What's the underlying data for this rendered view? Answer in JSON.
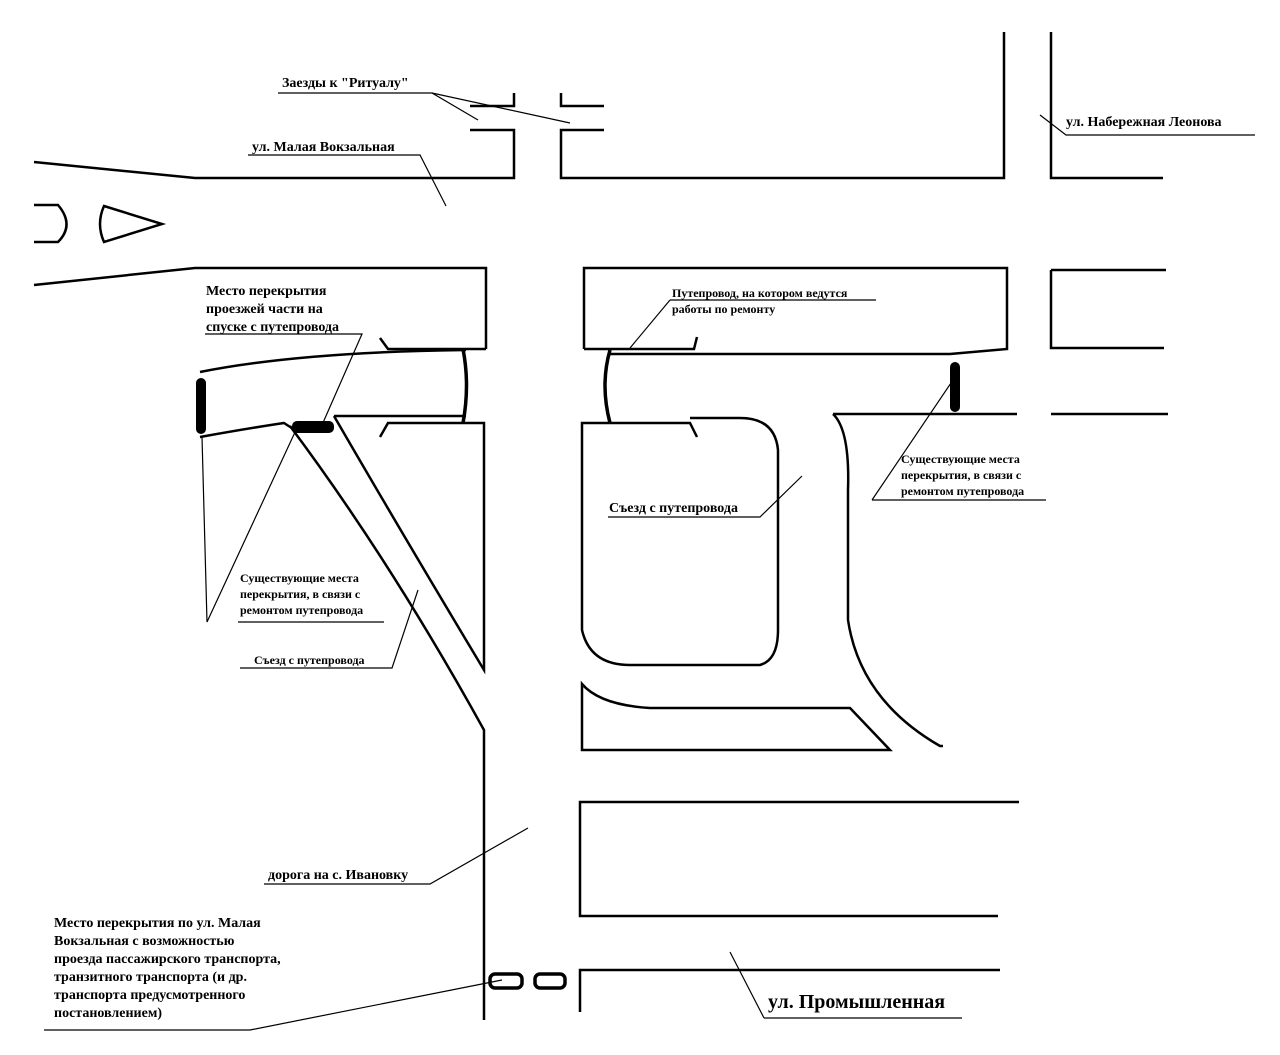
{
  "labels": {
    "ritual": "Заезды к \"Ритуалу\"",
    "malaya_vokzalnaya": "ул. Малая Вокзальная",
    "naberezhnaya": "ул. Набережная Леонова",
    "closure_descent": [
      "Место перекрытия",
      "проезжей части на",
      "спуске с путепровода"
    ],
    "overpass_repair": [
      "Путепровод, на котором ведутся",
      "работы по ремонту"
    ],
    "existing_left": [
      "Существующие места",
      "перекрытия, в связи с",
      "ремонтом путепровода"
    ],
    "existing_right": [
      "Существующие места",
      "перекрытия, в связи с",
      "ремонтом путепровода"
    ],
    "exit_right": "Съезд с путепровода",
    "exit_left": "Съезд с путепровода",
    "ivanovka": "дорога на с. Ивановку",
    "promyshlennaya": "ул. Промышленная",
    "closure_bottom": [
      "Место перекрытия по ул. Малая",
      "Вокзальная с возможностью",
      "проезда пассажирского транспорта,",
      "транзитного транспорта (и др.",
      "транспорта предусмотренного",
      "постановлением)"
    ]
  }
}
